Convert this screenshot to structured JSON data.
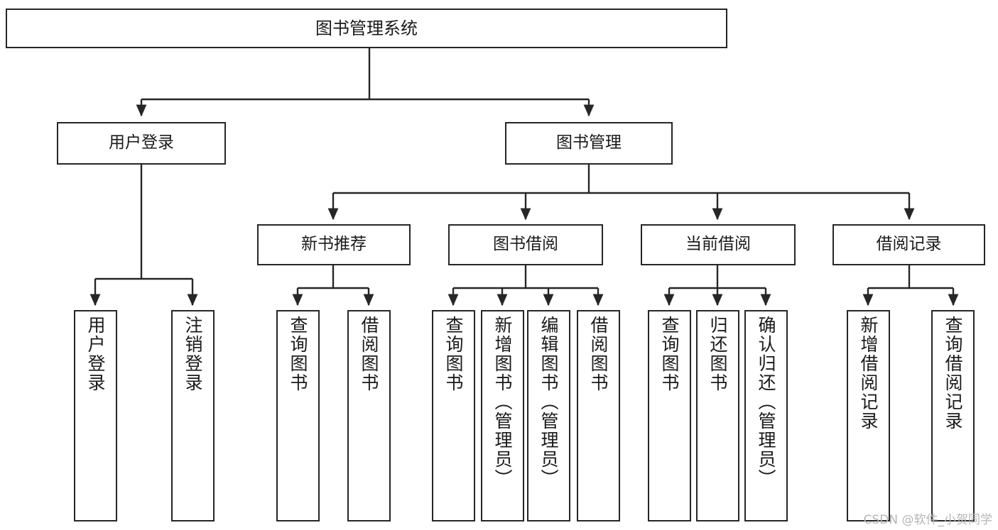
{
  "diagram": {
    "title": "图书管理系统",
    "watermark": "CSDN @软件_小贺同学",
    "colors": {
      "background": "#ffffff",
      "node_border": "#262626",
      "node_fill": "#ffffff",
      "connector": "#262626",
      "text": "#1a1a1a",
      "watermark": "#b5b5b5"
    },
    "nodes": {
      "root": {
        "label": "图书管理系统"
      },
      "level2": [
        {
          "label": "用户登录"
        },
        {
          "label": "图书管理"
        }
      ],
      "level3": [
        {
          "label": "新书推荐"
        },
        {
          "label": "图书借阅"
        },
        {
          "label": "当前借阅"
        },
        {
          "label": "借阅记录"
        }
      ],
      "leaves_user_login": [
        {
          "label": "用户登录"
        },
        {
          "label": "注销登录"
        }
      ],
      "leaves_new_book": [
        {
          "label": "查询图书"
        },
        {
          "label": "借阅图书"
        }
      ],
      "leaves_borrow": [
        {
          "label": "查询图书"
        },
        {
          "label": "新增图书（管理员）"
        },
        {
          "label": "编辑图书（管理员）"
        },
        {
          "label": "借阅图书"
        }
      ],
      "leaves_current": [
        {
          "label": "查询图书"
        },
        {
          "label": "归还图书"
        },
        {
          "label": "确认归还（管理员）"
        }
      ],
      "leaves_record": [
        {
          "label": "新增借阅记录"
        },
        {
          "label": "查询借阅记录"
        }
      ]
    }
  }
}
